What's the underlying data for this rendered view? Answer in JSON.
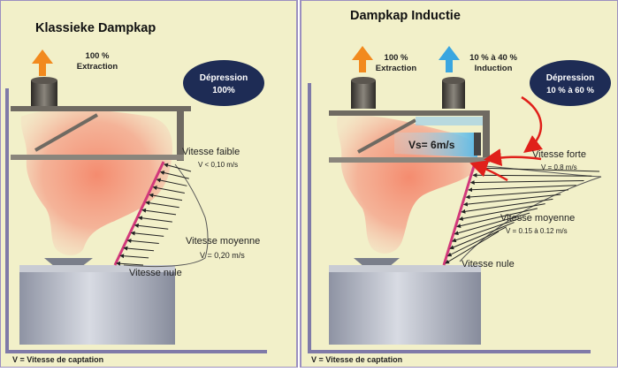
{
  "left_panel": {
    "title": "Klassieke Dampkap",
    "extraction": {
      "line1": "100 %",
      "line2": "Extraction"
    },
    "depression": {
      "line1": "Dépression",
      "line2": "100%"
    },
    "vitesse_faible": {
      "label": "Vitesse faible",
      "value": "V < 0,10 m/s"
    },
    "vitesse_moyenne": {
      "label": "Vitesse moyenne",
      "value": "V = 0,20 m/s"
    },
    "vitesse_nule": "Vitesse nule",
    "footer": "V = Vitesse de captation"
  },
  "right_panel": {
    "title": "Dampkap Inductie",
    "extraction": {
      "line1": "100 %",
      "line2": "Extraction"
    },
    "induction": {
      "line1": "10 % à 40 %",
      "line2": "Induction"
    },
    "depression": {
      "line1": "Dépression",
      "line2": "10 % à 60 %"
    },
    "vs": "Vs= 6m/s",
    "vitesse_forte": {
      "label": "Vitesse forte",
      "value": "V = 0,8 m/s"
    },
    "vitesse_moyenne": {
      "label": "Vitesse moyenne",
      "value": "V = 0.15 à 0.12 m/s"
    },
    "vitesse_nule": "Vitesse nule",
    "footer": "V = Vitesse de captation"
  },
  "colors": {
    "panel_bg": "#f2f0c9",
    "panel_border": "#9b8fc0",
    "ellipse": "#1e2c55",
    "smoke": "#f0a48a",
    "flame_orange": "#f28a1e",
    "flame_blue": "#3aa6e0",
    "red_arrow": "#e0201a",
    "pot": "#b9bdc8"
  }
}
